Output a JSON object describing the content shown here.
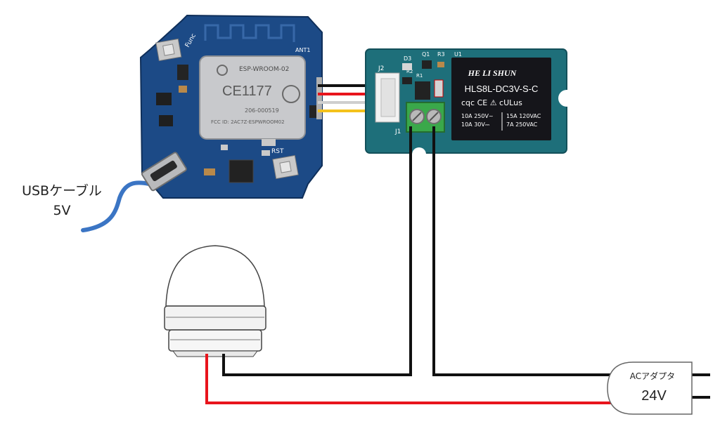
{
  "usb_cable": {
    "label_line1": "USBケーブル",
    "label_line2": "5V"
  },
  "esp_board": {
    "module_name": "ESP-WROOM-02",
    "ce_mark": "CE1177",
    "antenna_label": "ANT1",
    "func_label": "Func",
    "rst_label": "RST",
    "fcc_text": "FCC ID: 2AC7Z-ESPWROOM02",
    "cert_text": "206-000519"
  },
  "relay_module": {
    "brand": "HE LI SHUN",
    "model": "HLS8L-DC3V-S-C",
    "rating_left_1": "10A 250V~",
    "rating_left_2": "10A 30V⎓",
    "rating_right_1": "15A 120VAC",
    "rating_right_2": "7A 250VAC",
    "connector_j2": "J2",
    "connector_j1": "J1",
    "label_d3": "D3",
    "label_q1": "Q1",
    "label_r3": "R3",
    "label_u1": "U1",
    "label_r2": "R2",
    "label_r1": "R1"
  },
  "ac_adapter": {
    "label": "ACアダプタ",
    "voltage": "24V"
  },
  "colors": {
    "pcb_blue": "#1c4a86",
    "pcb_green": "#1e6f7a",
    "relay_black": "#15151a",
    "terminal_green": "#3aa84a",
    "wire_black": "#111111",
    "wire_red": "#e8141c",
    "wire_white": "#d9d9d9",
    "wire_yellow": "#f4c21c",
    "usb_blue": "#3b75c4"
  },
  "icons": [
    "usb-cable",
    "esp-wroom-02-board",
    "grove-relay-module",
    "signal-tower-lamp",
    "ac-adapter-plug"
  ]
}
